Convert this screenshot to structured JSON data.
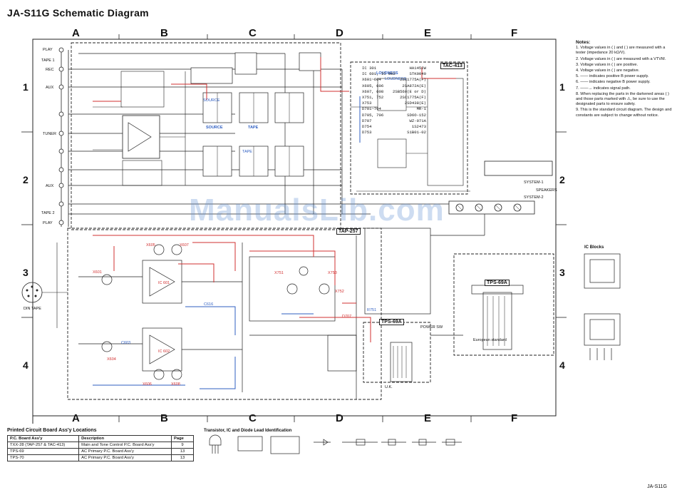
{
  "title": "JA-S11G  Schematic  Diagram",
  "columns": [
    "A",
    "B",
    "C",
    "D",
    "E",
    "F"
  ],
  "rows": [
    "1",
    "2",
    "3",
    "4"
  ],
  "boards": {
    "tac413": "TAC-413",
    "tap257": "TAP-257",
    "tps69a_main": "TPS-69A",
    "tps69a_inset": "TPS-69A"
  },
  "jacks": [
    "PLAY",
    "TAPE 1",
    "REC",
    "AUX",
    "TUNER",
    "AUX",
    "TAPE 2",
    "PLAY"
  ],
  "section_labels": {
    "source": "SOURCE",
    "tape": "TAPE",
    "loudness": "LOUDNESS",
    "speakers": "SPEAKERS",
    "system1": "SYSTEM-1",
    "system2": "SYSTEM-2",
    "power_sw": "POWER SW",
    "european": "European standard",
    "uk": "U.K.",
    "ic_blocks": "IC Blocks",
    "din_tape": "DIN TAPE"
  },
  "notes": {
    "heading": "Notes:",
    "items": [
      "1. Voltage values in ( ) and ( ) are measured with a tester (impedance 20 kΩ/V).",
      "2. Voltage values in ( ) are measured with a VTVM.",
      "3. Voltage values in ( ) are positive.",
      "4. Voltage values in ( ) are negative.",
      "5. —— indicates positive B power supply.",
      "6. —— indicates negative B power supply.",
      "7. ——→ indicates signal path.",
      "8. When replacing the parts in the darkened areas ( ) and those parts marked with ⚠, be sure to use the designated parts to ensure safety.",
      "9. This is the standard circuit diagram. The design and constants are subject to change without notice."
    ]
  },
  "part_list": [
    [
      "IC 301",
      "HA1452W"
    ],
    [
      "IC 601, IC 602",
      "STK0040"
    ],
    [
      "X601~604",
      "2SC1775A(F)"
    ],
    [
      "X605, 606",
      "2SA872A(E)"
    ],
    [
      "X607, 608",
      "2SB560(E or D)"
    ],
    [
      "X751, 752",
      "2SC1775A(F)"
    ],
    [
      "X753",
      "2SD438(E)"
    ],
    [
      "D701~704",
      "MR-1"
    ],
    [
      "D705, 706",
      "SD6O-152"
    ],
    [
      "D707",
      "WZ-071A"
    ],
    [
      "D754",
      "1S2473"
    ],
    [
      "D753",
      "S1B01-02"
    ]
  ],
  "pcb": {
    "title": "Printed Circuit Board Ass'y Locations",
    "headers": [
      "P.C. Board Ass'y",
      "Description",
      "Page"
    ],
    "rows": [
      [
        "TXX-28 (TAP-257 & TAC-413)",
        "Main and Tone Control P.C. Board Ass'y",
        "9"
      ],
      [
        "TPS-69",
        "AC Primary P.C. Board Ass'y",
        "13"
      ],
      [
        "TPS-70",
        "AC Primary P.C. Board Ass'y",
        "13"
      ]
    ]
  },
  "trans_title": "Transistor, IC and Diode Lead Identification",
  "footer": "JA-S11G",
  "watermark": "ManualsLib.com"
}
